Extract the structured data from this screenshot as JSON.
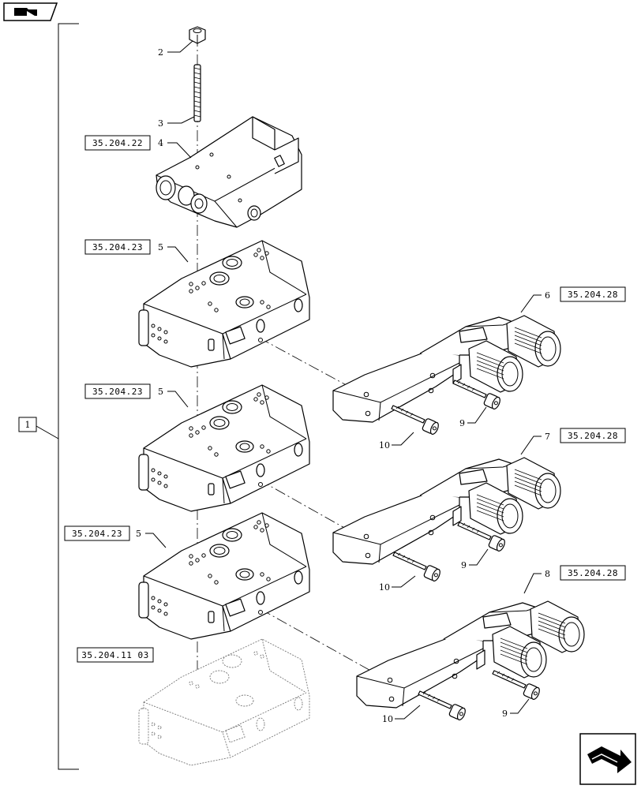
{
  "group_label": "1",
  "ref_boxes": {
    "valve_body": "35.204.22",
    "section_a": "35.204.23",
    "section_b": "35.204.23",
    "section_c": "35.204.23",
    "inlet_section": "35.204.11 03",
    "coupler_6": "35.204.28",
    "coupler_7": "35.204.28",
    "coupler_8": "35.204.28"
  },
  "callouts": {
    "nut": "2",
    "stud": "3",
    "body": "4",
    "section_a": "5",
    "section_b": "5",
    "section_c": "5",
    "coupler_6": "6",
    "coupler_7": "7",
    "coupler_8": "8",
    "screw9_a": "9",
    "screw9_b": "9",
    "screw9_c": "9",
    "screw10_a": "10",
    "screw10_b": "10",
    "screw10_c": "10"
  },
  "icons": {
    "top_nav": "folder-arrow-icon",
    "bottom_nav": "next-page-arrow-icon"
  }
}
